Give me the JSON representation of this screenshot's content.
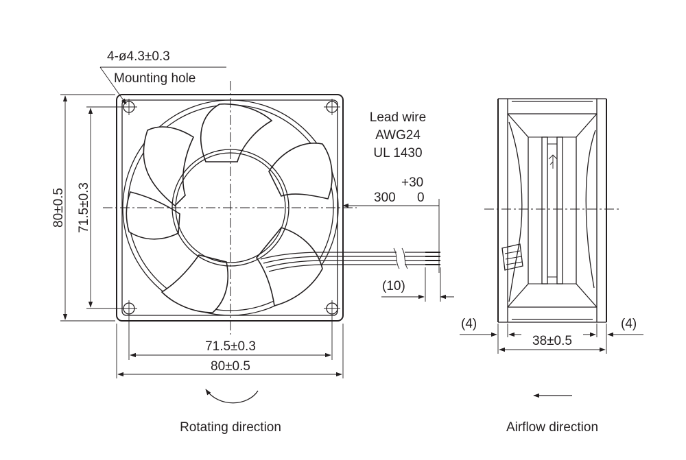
{
  "labels": {
    "mounting_spec": "4-ø4.3±0.3",
    "mounting_hole": "Mounting hole",
    "lead_wire": "Lead wire",
    "awg": "AWG24",
    "ul": "UL 1430",
    "tol_plus": "+30",
    "tol_zero": "0",
    "lead_length": "300",
    "lead_strip": "(10)",
    "height_outer": "80±0.5",
    "height_pitch": "71.5±0.3",
    "width_pitch": "71.5±0.3",
    "width_outer": "80±0.5",
    "side_left_gap": "(4)",
    "side_right_gap": "(4)",
    "depth": "38±0.5",
    "rotating_direction": "Rotating direction",
    "airflow_direction": "Airflow direction"
  },
  "colors": {
    "ink": "#231f20",
    "background": "#ffffff"
  }
}
